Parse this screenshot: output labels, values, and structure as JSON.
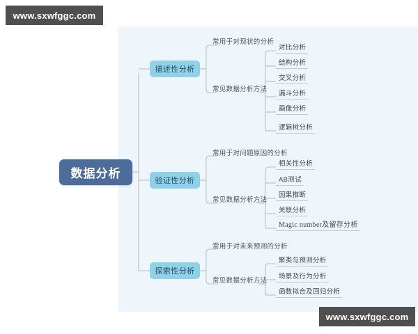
{
  "watermarks": {
    "top_left": "www.sxwfggc.com",
    "bottom_right": "www.sxwfggc.com"
  },
  "mindmap": {
    "root": "数据分析",
    "branches": [
      {
        "title": "描述性分析",
        "usage_label": "常用于对现状的分析",
        "methods_label": "常见数据分析方法",
        "methods": [
          "对比分析",
          "结构分析",
          "交叉分析",
          "漏斗分析",
          "画像分析",
          "逻辑树分析"
        ]
      },
      {
        "title": "验证性分析",
        "usage_label": "常用于对问题原因的分析",
        "methods_label": "常见数据分析方法",
        "methods": [
          "相关性分析",
          "AB测试",
          "因果推断",
          "关联分析",
          "Magic number及留存分析"
        ]
      },
      {
        "title": "探索性分析",
        "usage_label": "常用于对未来预测的分析",
        "methods_label": "常见数据分析方法",
        "methods": [
          "聚类与预测分析",
          "场景及行为分析",
          "函数拟合及回归分析"
        ]
      }
    ]
  },
  "colors": {
    "root_fill": "#4c6c9b",
    "branch_fill": "#8ed2ea",
    "canvas_bg": "#eef5fb",
    "connector": "#b6c0c9",
    "watermark_bg": "#4f4f4f"
  }
}
